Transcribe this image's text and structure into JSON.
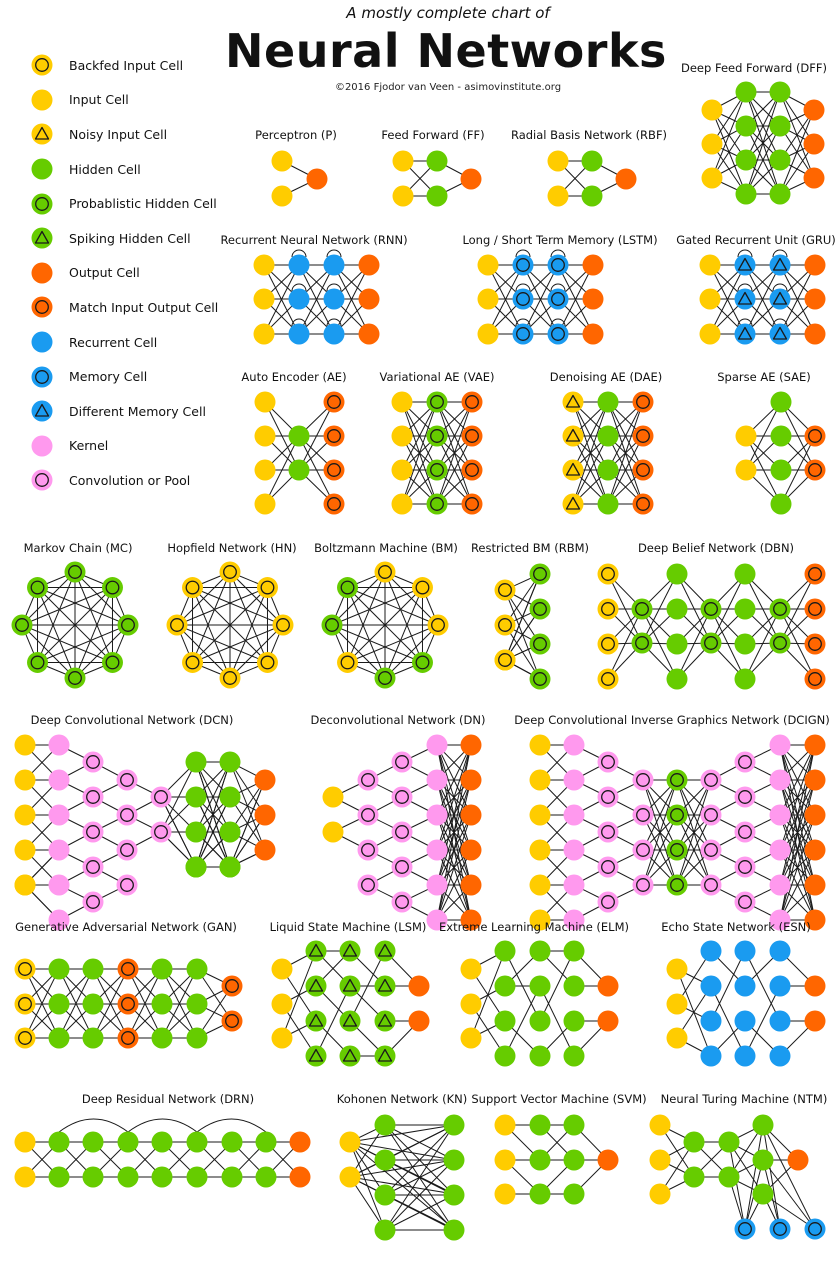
{
  "header": {
    "subtitle": "A mostly complete chart of",
    "title": "Neural Networks",
    "copyright": "©2016 Fjodor van Veen - asimovinstitute.org"
  },
  "colors": {
    "input": "#FFCC00",
    "hidden": "#66CC00",
    "output": "#FF6600",
    "recurrent": "#1A9BF0",
    "kernel": "#FF99EE",
    "stroke": "#1a1a1a"
  },
  "legend": [
    {
      "label": "Backfed Input Cell",
      "color": "input",
      "mark": "circle"
    },
    {
      "label": "Input Cell",
      "color": "input",
      "mark": ""
    },
    {
      "label": "Noisy Input Cell",
      "color": "input",
      "mark": "triangle"
    },
    {
      "label": "Hidden Cell",
      "color": "hidden",
      "mark": ""
    },
    {
      "label": "Probablistic Hidden Cell",
      "color": "hidden",
      "mark": "circle"
    },
    {
      "label": "Spiking Hidden Cell",
      "color": "hidden",
      "mark": "triangle"
    },
    {
      "label": "Output Cell",
      "color": "output",
      "mark": ""
    },
    {
      "label": "Match Input Output Cell",
      "color": "output",
      "mark": "circle"
    },
    {
      "label": "Recurrent Cell",
      "color": "recurrent",
      "mark": ""
    },
    {
      "label": "Memory Cell",
      "color": "recurrent",
      "mark": "circle"
    },
    {
      "label": "Different Memory Cell",
      "color": "recurrent",
      "mark": "triangle"
    },
    {
      "label": "Kernel",
      "color": "kernel",
      "mark": ""
    },
    {
      "label": "Convolution or Pool",
      "color": "kernel",
      "mark": "circle"
    }
  ],
  "networks": [
    {
      "id": "p",
      "title": "Perceptron (P)"
    },
    {
      "id": "ff",
      "title": "Feed Forward (FF)"
    },
    {
      "id": "rbf",
      "title": "Radial Basis Network (RBF)"
    },
    {
      "id": "dff",
      "title": "Deep Feed Forward (DFF)"
    },
    {
      "id": "rnn",
      "title": "Recurrent Neural Network (RNN)"
    },
    {
      "id": "lstm",
      "title": "Long / Short Term Memory (LSTM)"
    },
    {
      "id": "gru",
      "title": "Gated Recurrent Unit (GRU)"
    },
    {
      "id": "ae",
      "title": "Auto Encoder (AE)"
    },
    {
      "id": "vae",
      "title": "Variational AE (VAE)"
    },
    {
      "id": "dae",
      "title": "Denoising AE (DAE)"
    },
    {
      "id": "sae",
      "title": "Sparse AE (SAE)"
    },
    {
      "id": "mc",
      "title": "Markov Chain (MC)"
    },
    {
      "id": "hn",
      "title": "Hopfield Network (HN)"
    },
    {
      "id": "bm",
      "title": "Boltzmann Machine (BM)"
    },
    {
      "id": "rbm",
      "title": "Restricted BM (RBM)"
    },
    {
      "id": "dbn",
      "title": "Deep Belief Network (DBN)"
    },
    {
      "id": "dcn",
      "title": "Deep Convolutional Network (DCN)"
    },
    {
      "id": "dn",
      "title": "Deconvolutional Network (DN)"
    },
    {
      "id": "dcign",
      "title": "Deep Convolutional Inverse Graphics Network (DCIGN)"
    },
    {
      "id": "gan",
      "title": "Generative Adversarial Network (GAN)"
    },
    {
      "id": "lsm",
      "title": "Liquid State Machine (LSM)"
    },
    {
      "id": "elm",
      "title": "Extreme Learning Machine (ELM)"
    },
    {
      "id": "esn",
      "title": "Echo State Network (ESN)"
    },
    {
      "id": "drn",
      "title": "Deep Residual Network (DRN)"
    },
    {
      "id": "kn",
      "title": "Kohonen Network (KN)"
    },
    {
      "id": "svm",
      "title": "Support Vector Machine (SVM)"
    },
    {
      "id": "ntm",
      "title": "Neural Turing Machine (NTM)"
    }
  ]
}
